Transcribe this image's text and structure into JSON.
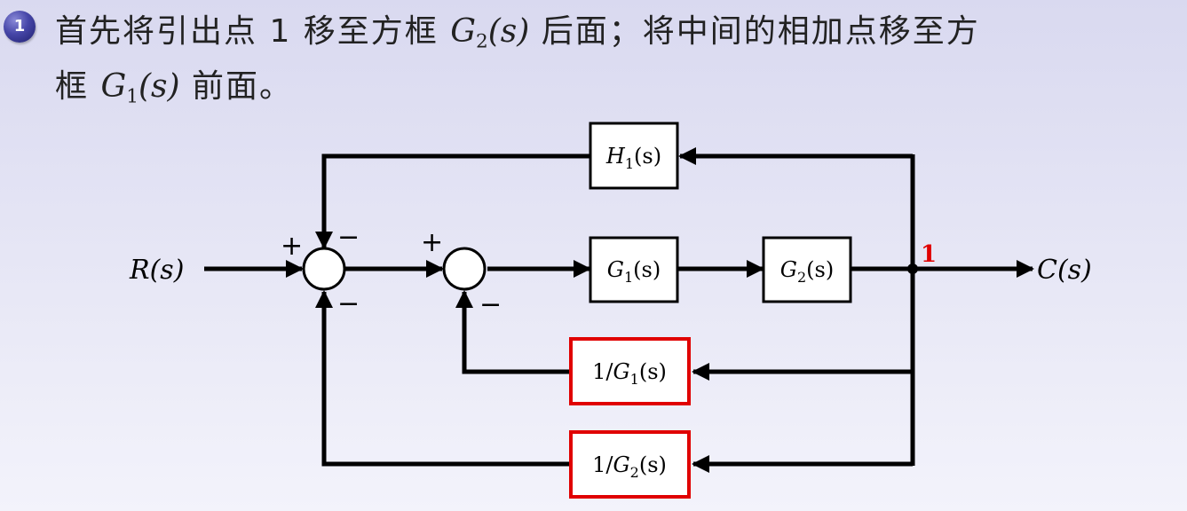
{
  "bullet": {
    "number": "1"
  },
  "instruction": {
    "line1_part1": "首先将引出点 1 移至方框 ",
    "g2_symbol": "G",
    "g2_sub": "2",
    "g2_arg": "(s)",
    "line1_part2": " 后面；将中间的相加点移至方",
    "line2_part1": "框 ",
    "g1_symbol": "G",
    "g1_sub": "1",
    "g1_arg": "(s)",
    "line2_part2": " 前面。"
  },
  "diagram": {
    "input_label": "R(s)",
    "output_label": "C(s)",
    "pickoff_point_label": "1",
    "blocks": {
      "h1": {
        "symbol": "H",
        "sub": "1",
        "arg": "(s)"
      },
      "g1": {
        "symbol": "G",
        "sub": "1",
        "arg": "(s)"
      },
      "g2": {
        "symbol": "G",
        "sub": "2",
        "arg": "(s)"
      },
      "inv_g1": {
        "prefix": "1/",
        "symbol": "G",
        "sub": "1",
        "arg": "(s)"
      },
      "inv_g2": {
        "prefix": "1/",
        "symbol": "G",
        "sub": "2",
        "arg": "(s)"
      }
    },
    "summing_junction_1": {
      "signs": {
        "left": "+",
        "top": "−",
        "bottom": "−"
      }
    },
    "summing_junction_2": {
      "signs": {
        "left": "+",
        "bottom": "−"
      }
    },
    "colors": {
      "highlight": "#e00000",
      "line": "#000000",
      "bullet": "#4646a8"
    }
  }
}
